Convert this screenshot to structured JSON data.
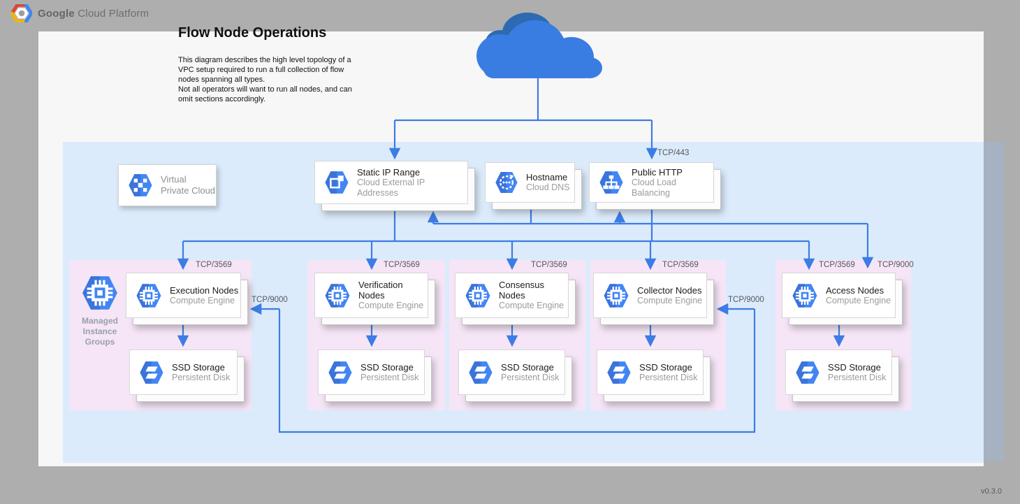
{
  "header": {
    "brand_bold": "Google",
    "brand_rest": "Cloud Platform"
  },
  "page": {
    "title": "Flow Node Operations",
    "description": "This diagram describes the high level topology of a\nVPC setup required to run a full collection of flow\nnodes spanning all types.\nNot all operators will want to run all nodes, and can\nomit sections accordingly.",
    "version": "v0.3.0"
  },
  "colors": {
    "background_gray": "#aeaeae",
    "page_white": "#f7f7f7",
    "vpc_region_blue": "#dcebfb",
    "group_pink": "#f5e5f6",
    "connector_blue": "#3d7ce4",
    "icon_blue": "#4285f4",
    "cloud_light": "#3a7de2",
    "cloud_dark": "#2d6ab2"
  },
  "vpc_card": {
    "line1": "Virtual",
    "line2": "Private Cloud",
    "icon": "vpc-icon"
  },
  "top_cards": {
    "static_ip": {
      "title": "Static IP Range",
      "subtitle": "Cloud External IP Addresses",
      "icon": "external-ip-icon"
    },
    "hostname": {
      "title": "Hostname",
      "subtitle": "Cloud DNS",
      "icon": "cloud-dns-icon"
    },
    "public_http": {
      "title": "Public HTTP",
      "subtitle": "Cloud Load Balancing",
      "icon": "load-balancer-icon"
    }
  },
  "port_labels": {
    "lb_in": "TCP/443",
    "execution_in": "TCP/3569",
    "verification_in": "TCP/3569",
    "consensus_in": "TCP/3569",
    "collector_in": "TCP/3569",
    "access_in": "TCP/3569",
    "access_in_alt": "TCP/9000",
    "execution_p2p": "TCP/9000",
    "collector_p2p": "TCP/9000"
  },
  "mig": {
    "label": "Managed\nInstance\nGroups",
    "icon": "managed-instance-group-icon"
  },
  "groups": [
    {
      "name": "execution",
      "node": {
        "title": "Execution Nodes",
        "subtitle": "Compute Engine"
      },
      "storage": {
        "title": "SSD Storage",
        "subtitle": "Persistent Disk"
      }
    },
    {
      "name": "verification",
      "node": {
        "title": "Verification Nodes",
        "subtitle": "Compute Engine"
      },
      "storage": {
        "title": "SSD Storage",
        "subtitle": "Persistent Disk"
      }
    },
    {
      "name": "consensus",
      "node": {
        "title": "Consensus Nodes",
        "subtitle": "Compute Engine"
      },
      "storage": {
        "title": "SSD Storage",
        "subtitle": "Persistent Disk"
      }
    },
    {
      "name": "collector",
      "node": {
        "title": "Collector Nodes",
        "subtitle": "Compute Engine"
      },
      "storage": {
        "title": "SSD Storage",
        "subtitle": "Persistent Disk"
      }
    },
    {
      "name": "access",
      "node": {
        "title": "Access Nodes",
        "subtitle": "Compute Engine"
      },
      "storage": {
        "title": "SSD Storage",
        "subtitle": "Persistent Disk"
      }
    }
  ]
}
